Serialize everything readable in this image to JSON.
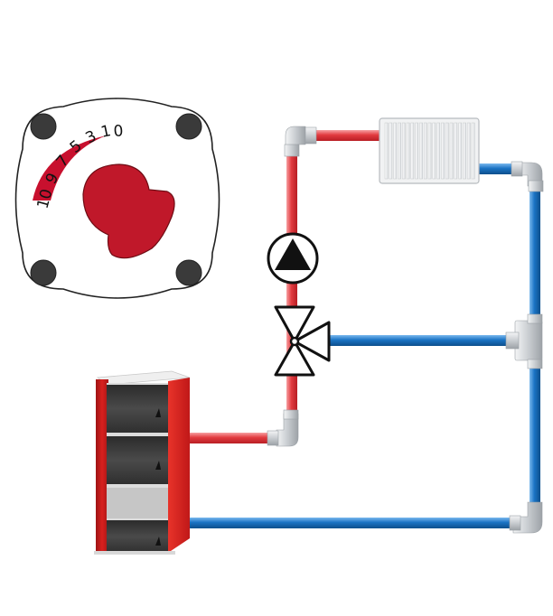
{
  "dial": {
    "scale_labels": [
      "10",
      "9",
      "7",
      "5",
      "3",
      "1",
      "0"
    ],
    "colors": {
      "arc": "#c8102e",
      "knob": "#c0182a",
      "bolt": "#3a3a3a"
    }
  },
  "colors": {
    "hot_pipe": "#e03a3e",
    "cold_pipe": "#1a73c4",
    "fitting": "#c8ccd0",
    "boiler": "#d8201e",
    "boiler_door": "#3c3c3c"
  },
  "components": {
    "pump_icon": "circulation-pump-icon",
    "valve_icon": "three-way-mixing-valve-icon",
    "radiator_icon": "radiator-icon",
    "boiler_icon": "boiler-icon"
  }
}
